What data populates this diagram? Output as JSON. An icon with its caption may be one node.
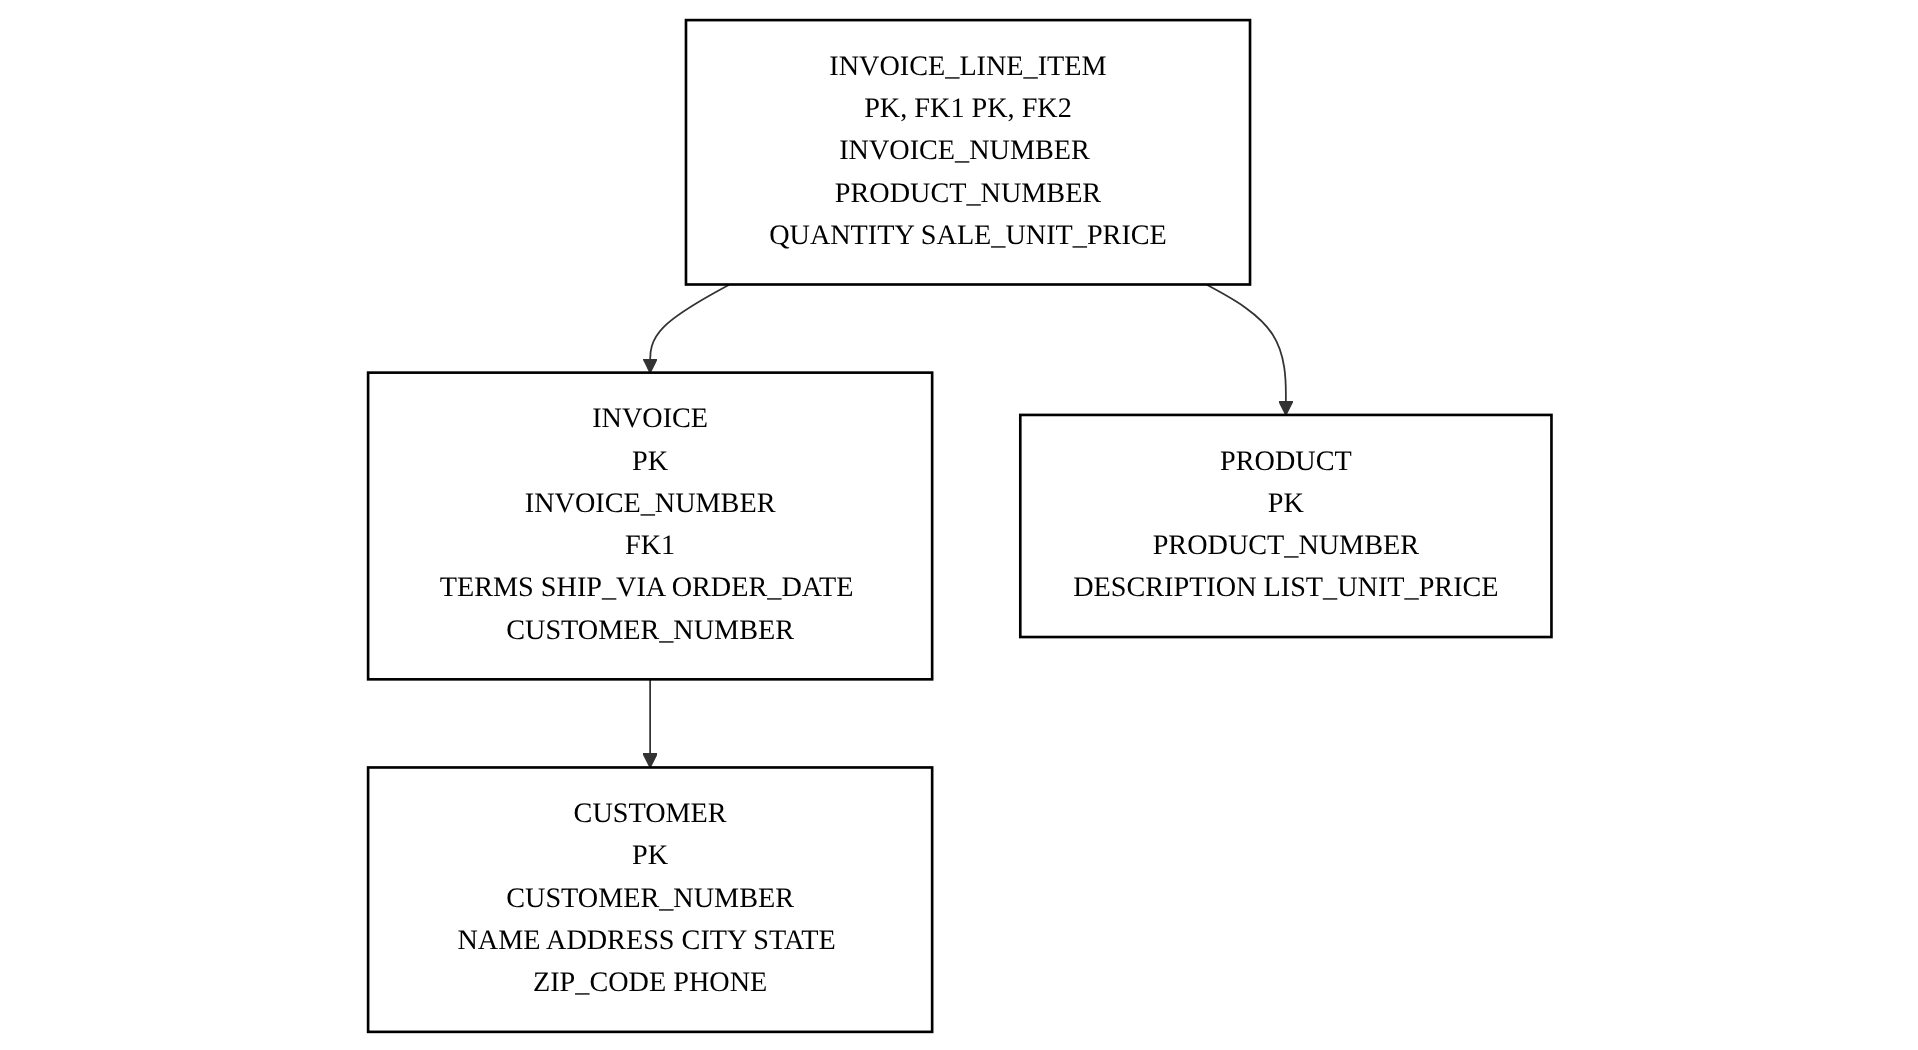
{
  "diagram": {
    "nodes": [
      {
        "text": [
          "INVOICE",
          "PK",
          "INVOICE_NUMBER",
          "FK1",
          "TERMS SHIP_VIA ORDER_DATE CUSTOMER_NUMBER"
        ]
      },
      {
        "text": [
          "INVOICE_LINE_ITEM",
          "PK, FK1 PK, FK2",
          "INVOICE_NUMBER PRODUCT_NUMBER",
          "QUANTITY SALE_UNIT_PRICE"
        ]
      },
      {
        "text": [
          "PRODUCT",
          "PK",
          "PRODUCT_NUMBER",
          "DESCRIPTION LIST_UNIT_PRICE"
        ]
      },
      {
        "text": [
          "CUSTOMER",
          "PK",
          "CUSTOMER_NUMBER",
          "NAME ADDRESS CITY STATE ZIP_CODE PHONE"
        ]
      }
    ],
    "edges": [
      {
        "from": 1,
        "to": 0,
        "arrow": "to"
      },
      {
        "from": 1,
        "to": 2,
        "arrow": "to"
      },
      {
        "from": 0,
        "to": 3,
        "arrow": "to"
      }
    ]
  }
}
